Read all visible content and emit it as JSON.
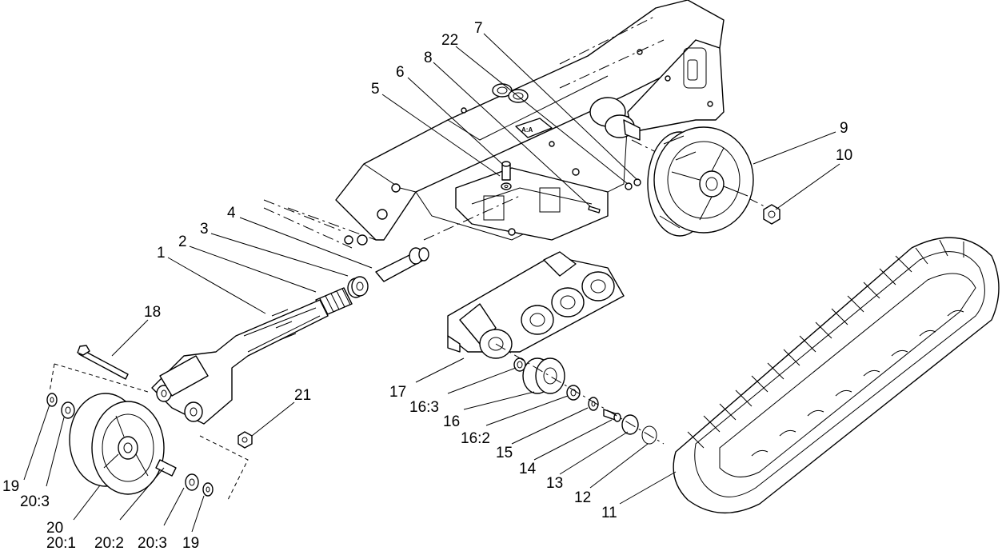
{
  "callouts": [
    {
      "id": "1",
      "label": "1"
    },
    {
      "id": "2",
      "label": "2"
    },
    {
      "id": "3",
      "label": "3"
    },
    {
      "id": "4",
      "label": "4"
    },
    {
      "id": "5",
      "label": "5"
    },
    {
      "id": "6",
      "label": "6"
    },
    {
      "id": "7",
      "label": "7"
    },
    {
      "id": "8",
      "label": "8"
    },
    {
      "id": "22",
      "label": "22"
    },
    {
      "id": "9",
      "label": "9"
    },
    {
      "id": "10",
      "label": "10"
    },
    {
      "id": "18",
      "label": "18"
    },
    {
      "id": "21",
      "label": "21"
    },
    {
      "id": "17",
      "label": "17"
    },
    {
      "id": "16-3",
      "label": "16:3"
    },
    {
      "id": "16",
      "label": "16"
    },
    {
      "id": "16-2",
      "label": "16:2"
    },
    {
      "id": "15",
      "label": "15"
    },
    {
      "id": "14",
      "label": "14"
    },
    {
      "id": "13",
      "label": "13"
    },
    {
      "id": "12",
      "label": "12"
    },
    {
      "id": "11",
      "label": "11"
    },
    {
      "id": "19-left",
      "label": "19"
    },
    {
      "id": "20-3-left",
      "label": "20:3"
    },
    {
      "id": "20",
      "label": "20"
    },
    {
      "id": "20-1",
      "label": "20:1"
    },
    {
      "id": "20-2",
      "label": "20:2"
    },
    {
      "id": "20-3-right",
      "label": "20:3"
    },
    {
      "id": "19-right",
      "label": "19"
    }
  ],
  "decal_text": "A:A"
}
